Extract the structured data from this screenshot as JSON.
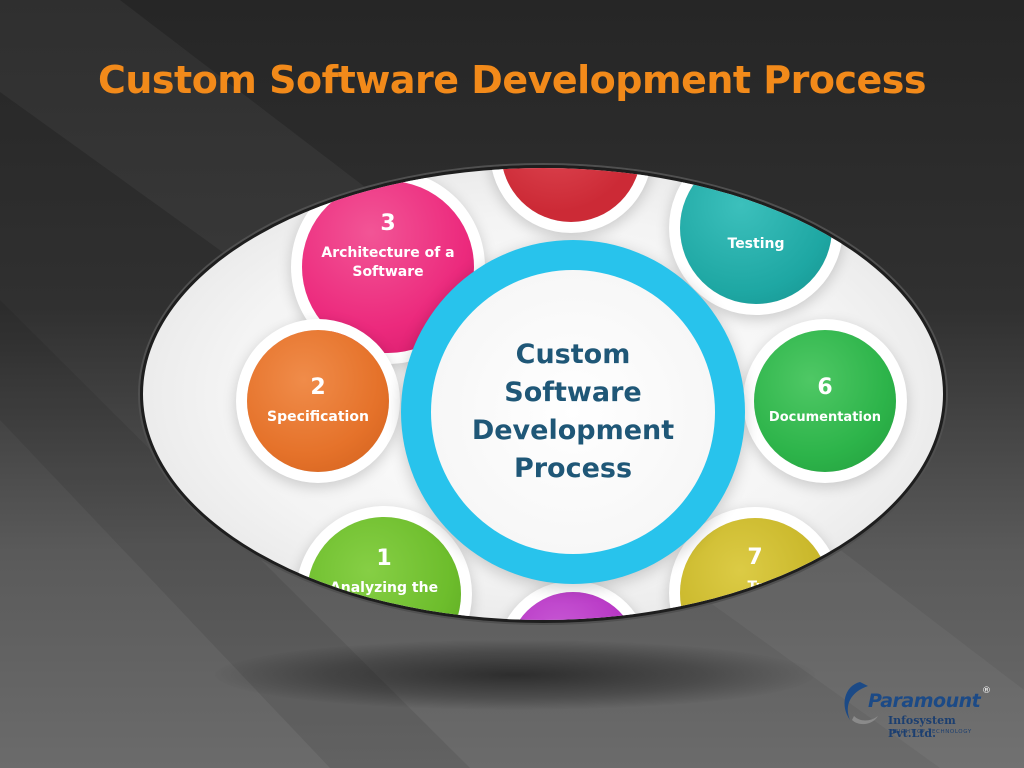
{
  "slide": {
    "title": "Custom Software Development Process",
    "title_color": "#f28a1a"
  },
  "hub": {
    "text": "Custom\nSoftware\nDevelopment\nProcess",
    "ring_color": "#28c3ec",
    "text_color": "#1f5777"
  },
  "steps": [
    {
      "number": "1",
      "label": "Analyzing the",
      "color": "#6dbd2c"
    },
    {
      "number": "2",
      "label": "Specification",
      "color": "#e5722a"
    },
    {
      "number": "3",
      "label": "Architecture of a Software",
      "color": "#ec2a7d"
    },
    {
      "number": "",
      "label": "",
      "color": "#cc2a36"
    },
    {
      "number": "",
      "label": "Testing",
      "color": "#1ea7a3"
    },
    {
      "number": "6",
      "label": "Documentation",
      "color": "#2db44a"
    },
    {
      "number": "7",
      "label": "Tr",
      "color": "#c9b72a"
    },
    {
      "number": "",
      "label": "",
      "color": "#b531c2"
    }
  ],
  "logo": {
    "name": "Paramount",
    "registered": "®",
    "subtitle": "Infosystem Pvt.Ltd.",
    "tagline": "HEIGHT OF TECHNOLOGY",
    "name_color": "#1c4a86"
  }
}
